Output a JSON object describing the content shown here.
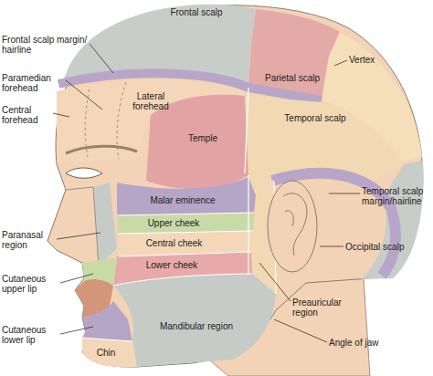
{
  "diagram": {
    "labels": [
      "Frontal scalp",
      "Frontal scalp margin/ hairline",
      "Vertex",
      "Parietal scalp",
      "Paramedian forehead",
      "Lateral forehead",
      "Central forehead",
      "Temple",
      "Temporal scalp",
      "Temporal scalp margin/hairline",
      "Malar eminence",
      "Paranasal region",
      "Upper cheek",
      "Central cheek",
      "Occipital scalp",
      "Preauricular region",
      "Lower cheek",
      "Cutaneous upper lip",
      "Mandibular region",
      "Cutaneous lower lip",
      "Angle of jaw",
      "Chin"
    ]
  }
}
